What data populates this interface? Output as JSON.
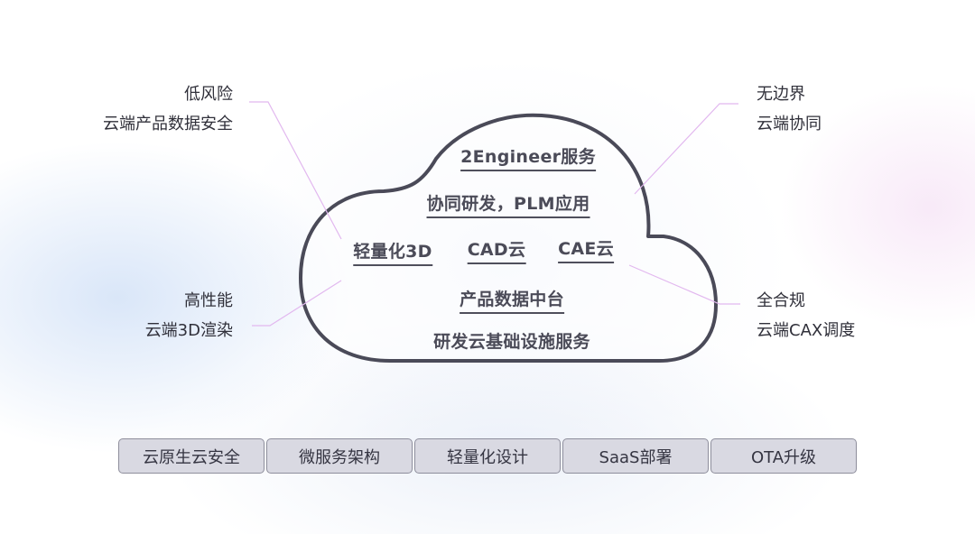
{
  "cloud": {
    "line1": "2Engineer服务",
    "line2": "协同研发，PLM应用",
    "line3a": "轻量化3D",
    "line3b": "CAD云",
    "line3c": "CAE云",
    "line4": "产品数据中台",
    "line5": "研发云基础设施服务"
  },
  "callouts": {
    "top_left": {
      "title": "低风险",
      "desc": "云端产品数据安全"
    },
    "bottom_left": {
      "title": "高性能",
      "desc": "云端3D渲染"
    },
    "top_right": {
      "title": "无边界",
      "desc": "云端协同"
    },
    "bottom_right": {
      "title": "全合规",
      "desc": "云端CAX调度"
    }
  },
  "features": [
    "云原生云安全",
    "微服务架构",
    "轻量化设计",
    "SaaS部署",
    "OTA升级"
  ],
  "colors": {
    "cloud_outline": "#4a4a58",
    "connector": "#e2b8ef",
    "button_bg": "#d9d9e2",
    "button_border": "#8e8e9c"
  }
}
